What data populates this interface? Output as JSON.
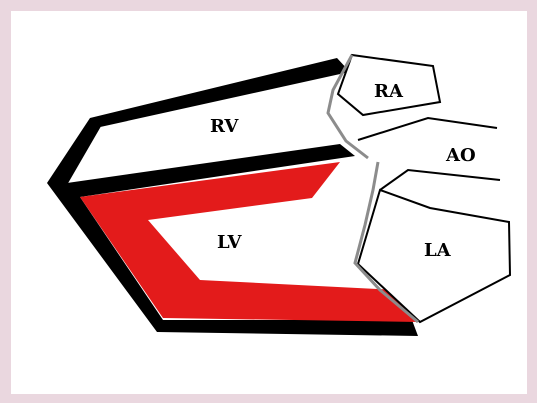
{
  "diagram": {
    "labels": {
      "rv": "RV",
      "ra": "RA",
      "ao": "AO",
      "lv": "LV",
      "la": "LA"
    },
    "colors": {
      "background": "#ead7df",
      "panel": "#ffffff",
      "wall": "#000000",
      "myocardium": "#e31b1b",
      "valve": "#8c8c8c",
      "outline": "#000000"
    }
  }
}
